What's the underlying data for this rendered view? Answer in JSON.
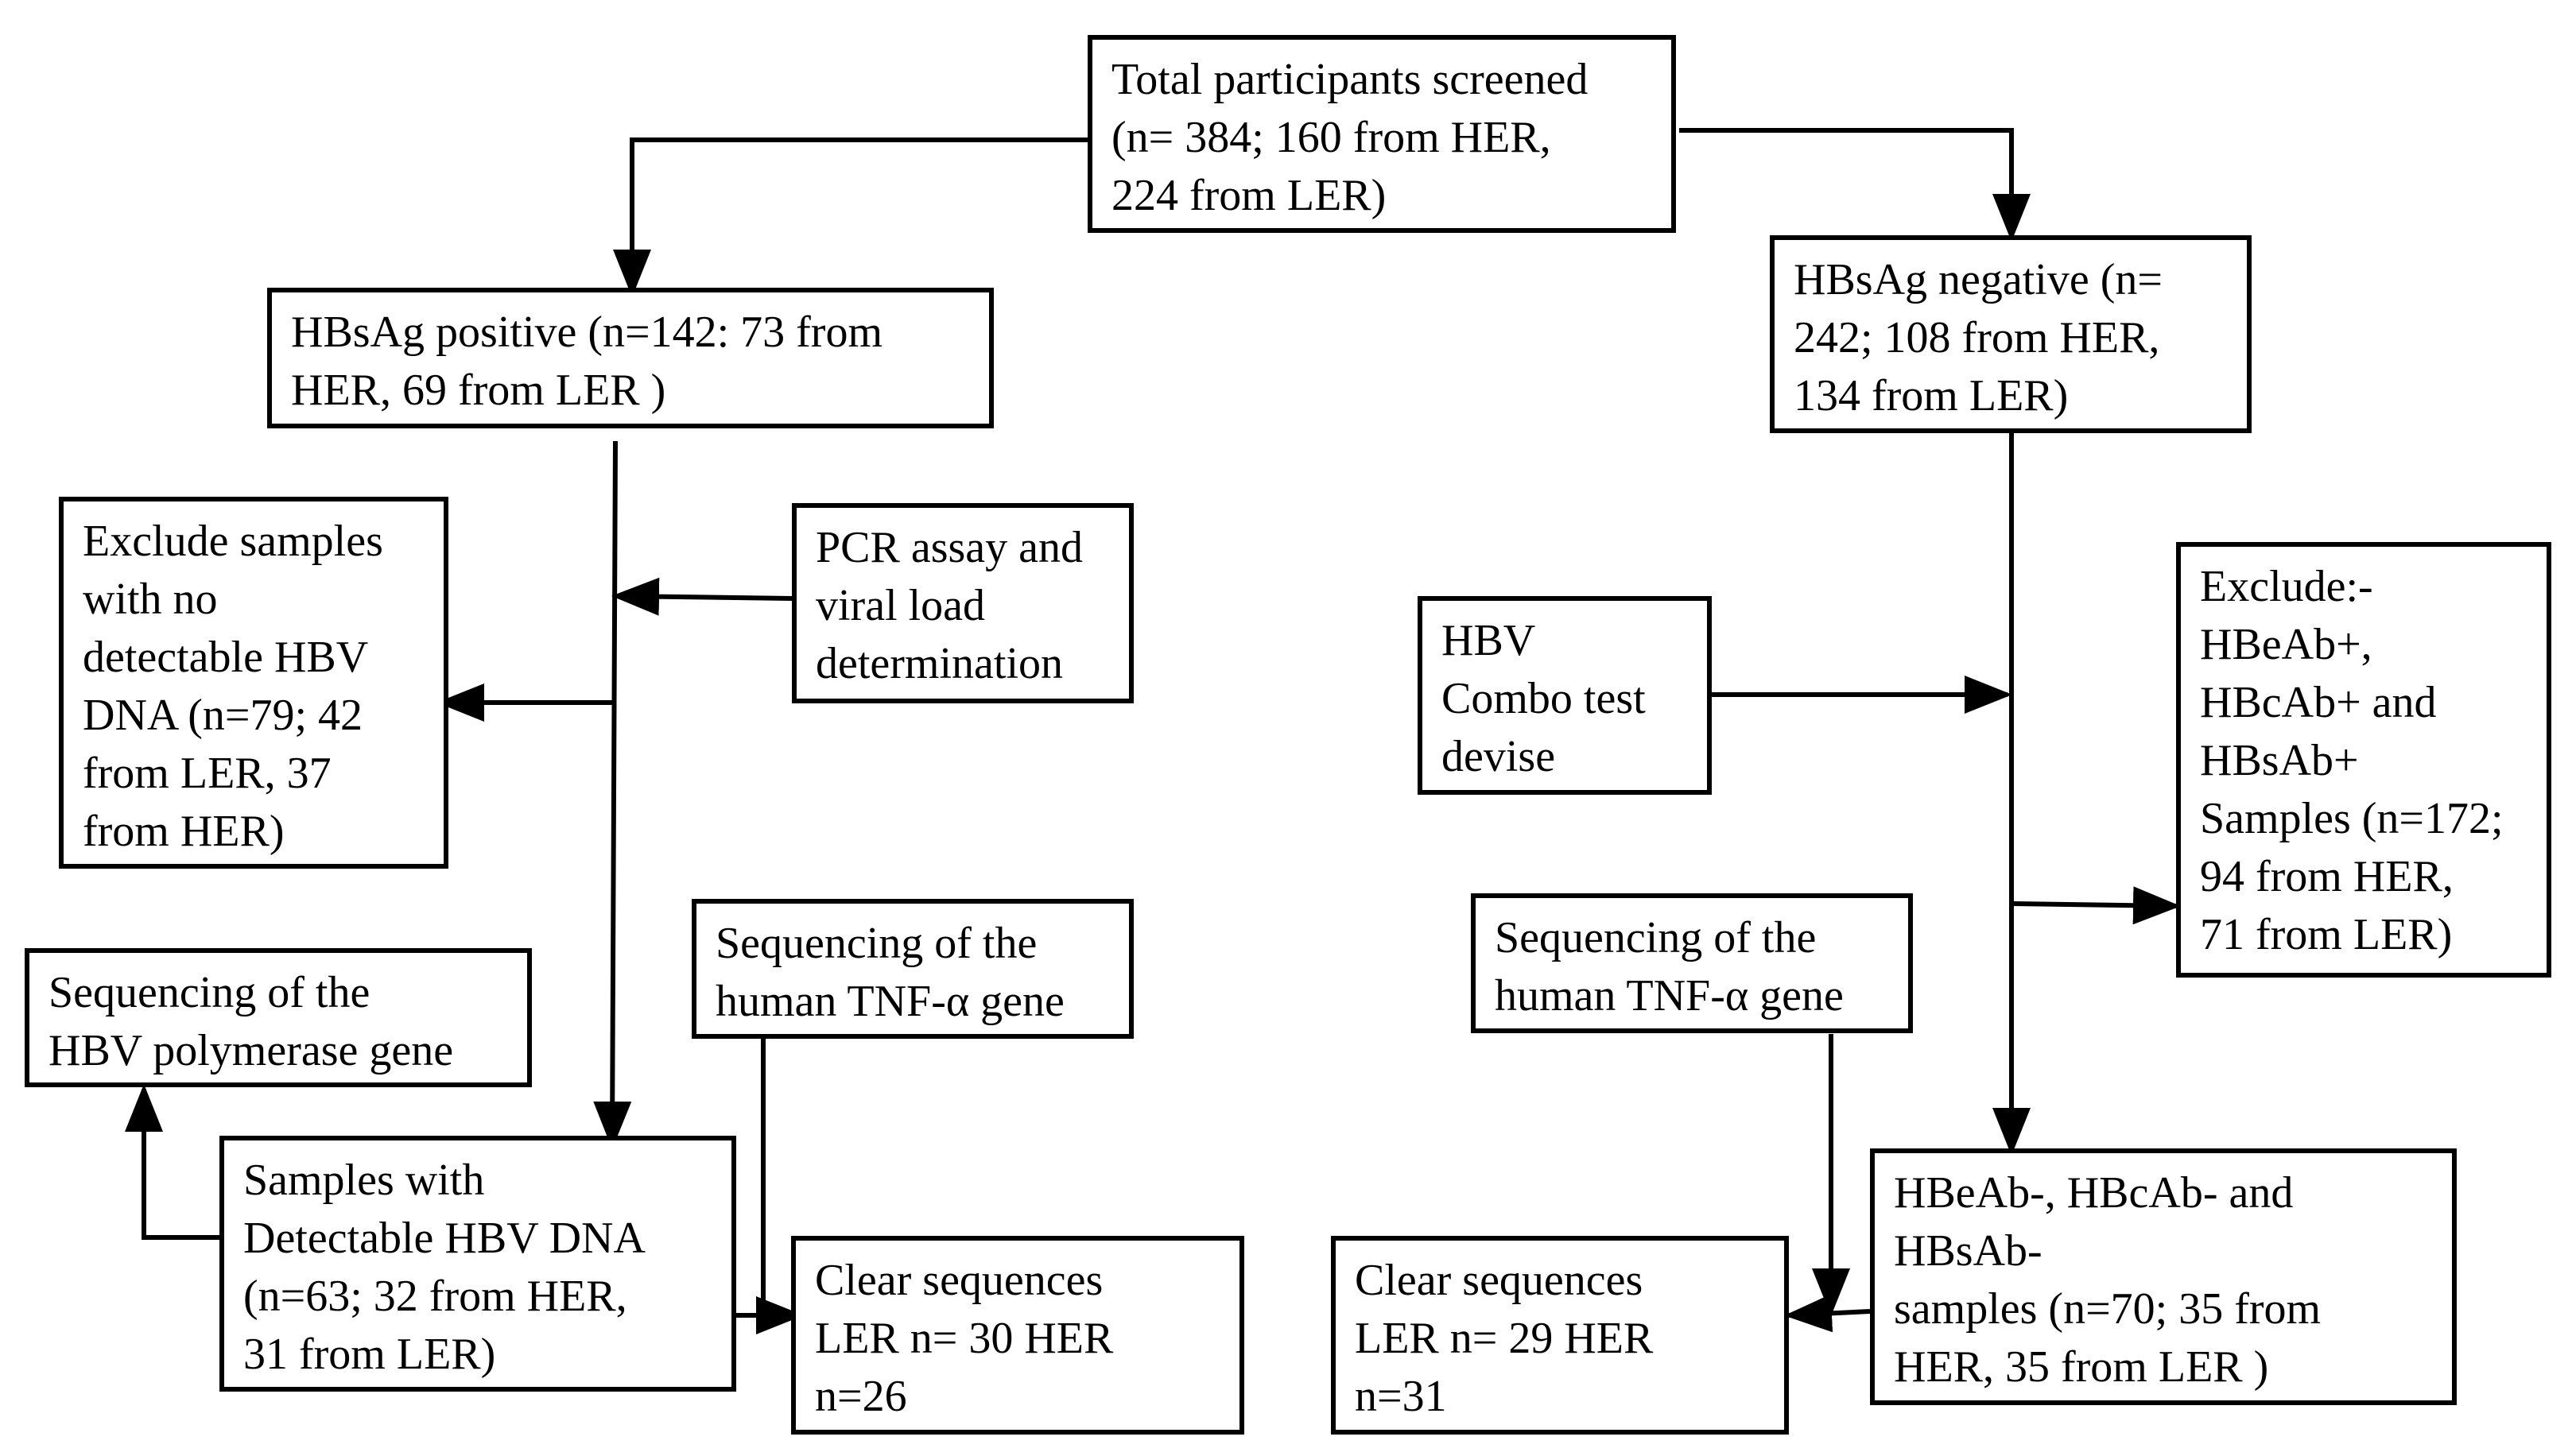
{
  "boxes": {
    "total": [
      "Total participants screened",
      "(n= 384; 160 from HER,",
      "224 from LER)"
    ],
    "hbsag_pos": [
      "HBsAg positive (n=142: 73 from",
      "HER, 69 from LER )"
    ],
    "hbsag_neg": [
      "HBsAg negative (n=",
      "242; 108 from HER,",
      "134 from LER)"
    ],
    "exclude_left": [
      "Exclude samples",
      "with no",
      "detectable HBV",
      "DNA (n=79; 42",
      "from LER, 37",
      "from HER)"
    ],
    "pcr": [
      "PCR assay and",
      "viral load",
      "determination"
    ],
    "hbv_combo": [
      "HBV",
      "Combo test",
      "devise"
    ],
    "exclude_right": [
      "Exclude:-",
      "HBeAb+,",
      "HBcAb+ and",
      "HBsAb+",
      "Samples (n=172;",
      "94 from HER,",
      "71 from LER)"
    ],
    "seq_tnf_left": [
      "Sequencing of the",
      "human TNF-α gene"
    ],
    "seq_tnf_right": [
      "Sequencing of the",
      "human TNF-α gene"
    ],
    "seq_pol": [
      "Sequencing of the",
      "HBV polymerase gene"
    ],
    "detectable": [
      "Samples with",
      "Detectable HBV DNA",
      "(n=63; 32 from HER,",
      "31 from LER)"
    ],
    "clear_left": [
      "Clear sequences",
      "LER n= 30 HER",
      "n=26"
    ],
    "clear_right": [
      "Clear sequences",
      "LER n= 29 HER",
      "n=31"
    ],
    "negatives": [
      "HBeAb-, HBcAb- and",
      "HBsAb-",
      "samples (n=70; 35 from",
      "HER, 35 from LER )"
    ]
  },
  "colors": {
    "stroke": "#000000",
    "fill": "#ffffff",
    "text": "#000000"
  }
}
